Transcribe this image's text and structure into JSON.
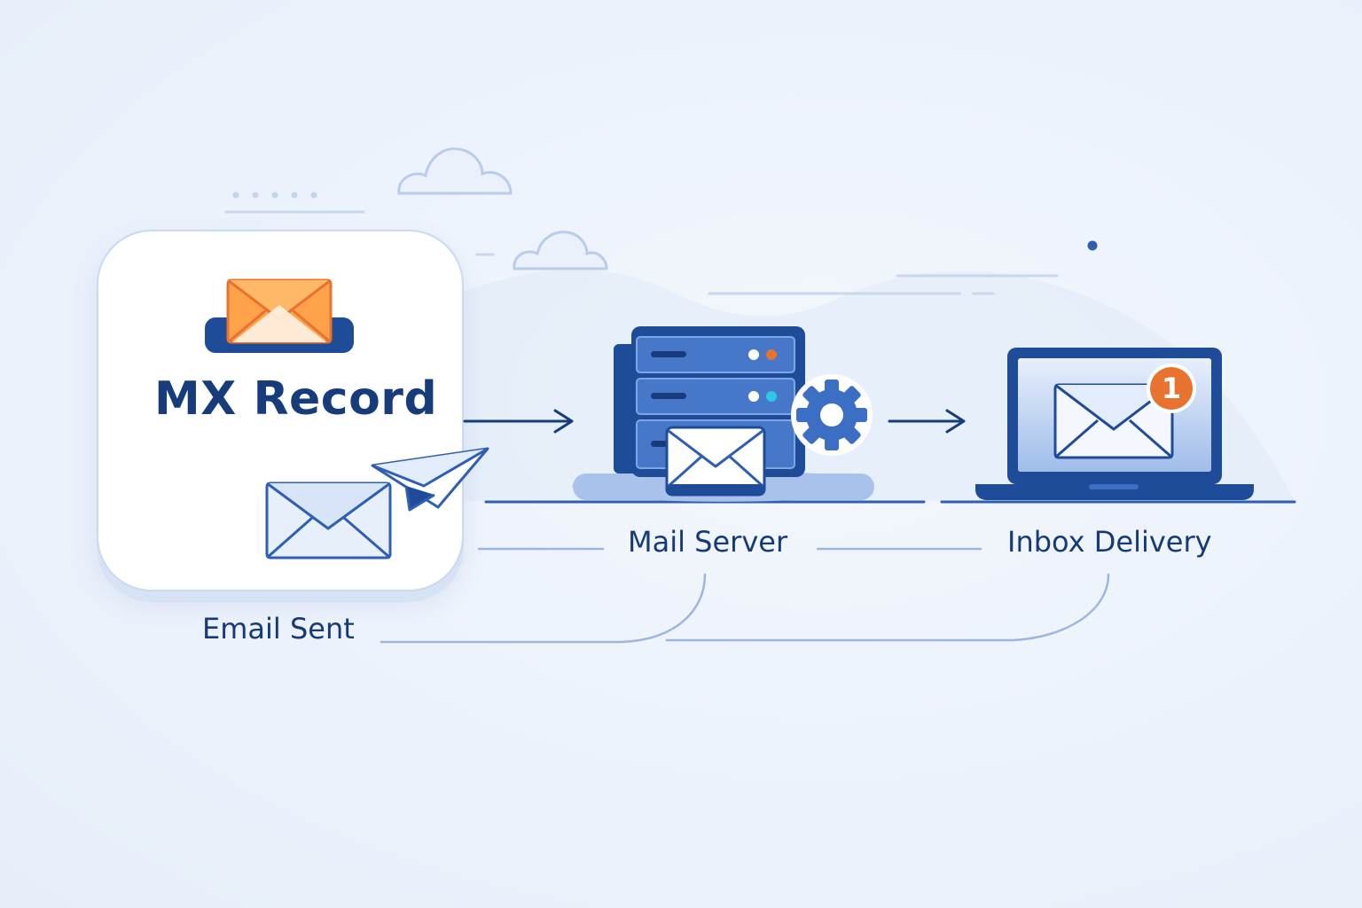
{
  "card": {
    "title": "MX Record"
  },
  "stages": {
    "email_sent": "Email Sent",
    "mail_server": "Mail Server",
    "inbox_delivery": "Inbox Delivery"
  },
  "notification": {
    "count": "1"
  },
  "icons": {
    "card_envelope": "envelope-icon",
    "outgoing_envelope": "envelope-icon",
    "paper_plane": "paper-plane-icon",
    "server": "server-rack-icon",
    "gear": "gear-icon",
    "laptop": "laptop-icon",
    "cloud": "cloud-icon",
    "arrow": "arrow-right-icon"
  },
  "colors": {
    "primary_blue": "#2f5fb3",
    "dark_blue": "#173c7c",
    "accent_orange": "#e8732e",
    "envelope_orange": "#ffa24a",
    "background": "#eef4fc",
    "line_blue": "#9db6de"
  }
}
